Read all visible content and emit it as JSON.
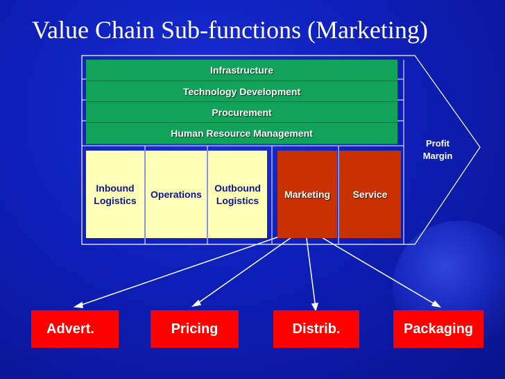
{
  "title": "Value Chain Sub-functions (Marketing)",
  "support_activities": [
    "Infrastructure",
    "Technology Development",
    "Procurement",
    "Human Resource Management"
  ],
  "primary_activities": [
    {
      "line1": "Inbound",
      "line2": "Logistics"
    },
    {
      "line1": "Operations",
      "line2": ""
    },
    {
      "line1": "Outbound",
      "line2": "Logistics"
    },
    {
      "line1": "Marketing",
      "line2": ""
    },
    {
      "line1": "Service",
      "line2": ""
    }
  ],
  "margin": {
    "line1": "Profit",
    "line2": "Margin"
  },
  "sub_functions": [
    "Advert.",
    "Pricing",
    "Distrib.",
    "Packaging"
  ],
  "colors": {
    "background": "#0e1fb8",
    "support_bar": "#12a35a",
    "primary_highlight": "#ffffb8",
    "marketing_highlight": "#c83200",
    "sub_function_box": "#ff0000"
  }
}
